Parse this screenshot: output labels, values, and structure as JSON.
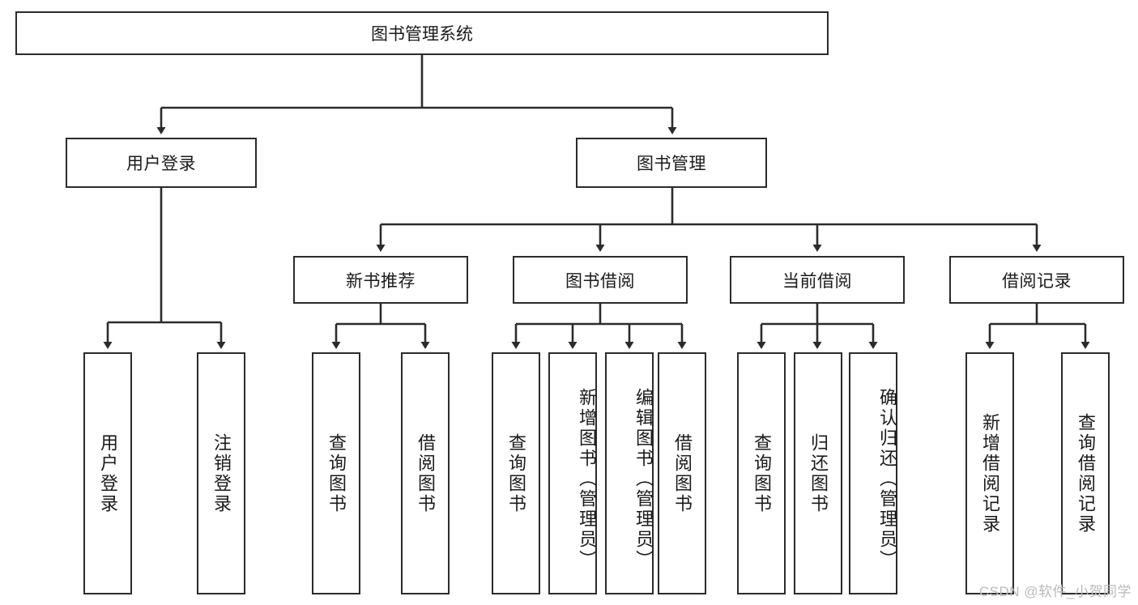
{
  "diagram": {
    "title": "图书管理系统",
    "type": "tree",
    "watermark": "CSDN @软件_小贺同学",
    "colors": {
      "box_border": "#2b2b2b",
      "box_fill": "#ffffff",
      "connector": "#2b2b2b",
      "text": "#1a1a1a",
      "watermark": "#b9b9b9"
    },
    "levels": {
      "root": [
        "图书管理系统"
      ],
      "level2": [
        "用户登录",
        "图书管理"
      ],
      "level3": [
        "新书推荐",
        "图书借阅",
        "当前借阅",
        "借阅记录"
      ]
    }
  },
  "nodes": {
    "root": {
      "label": "图书管理系统"
    },
    "user_login": {
      "label": "用户登录"
    },
    "book_manage": {
      "label": "图书管理"
    },
    "new_book_rec": {
      "label": "新书推荐"
    },
    "book_borrow": {
      "label": "图书借阅"
    },
    "current_borrow": {
      "label": "当前借阅"
    },
    "borrow_record": {
      "label": "借阅记录"
    }
  },
  "leaves": {
    "user_login": [
      {
        "label": "用户登录"
      },
      {
        "label": "注销登录"
      }
    ],
    "new_book_rec": [
      {
        "label": "查询图书"
      },
      {
        "label": "借阅图书"
      }
    ],
    "book_borrow": [
      {
        "label": "查询图书"
      },
      {
        "label": "新增图书（管理员）"
      },
      {
        "label": "编辑图书（管理员）"
      },
      {
        "label": "借阅图书"
      }
    ],
    "current_borrow": [
      {
        "label": "查询图书"
      },
      {
        "label": "归还图书"
      },
      {
        "label": "确认归还（管理员）"
      }
    ],
    "borrow_record": [
      {
        "label": "新增借阅记录"
      },
      {
        "label": "查询借阅记录"
      }
    ]
  }
}
